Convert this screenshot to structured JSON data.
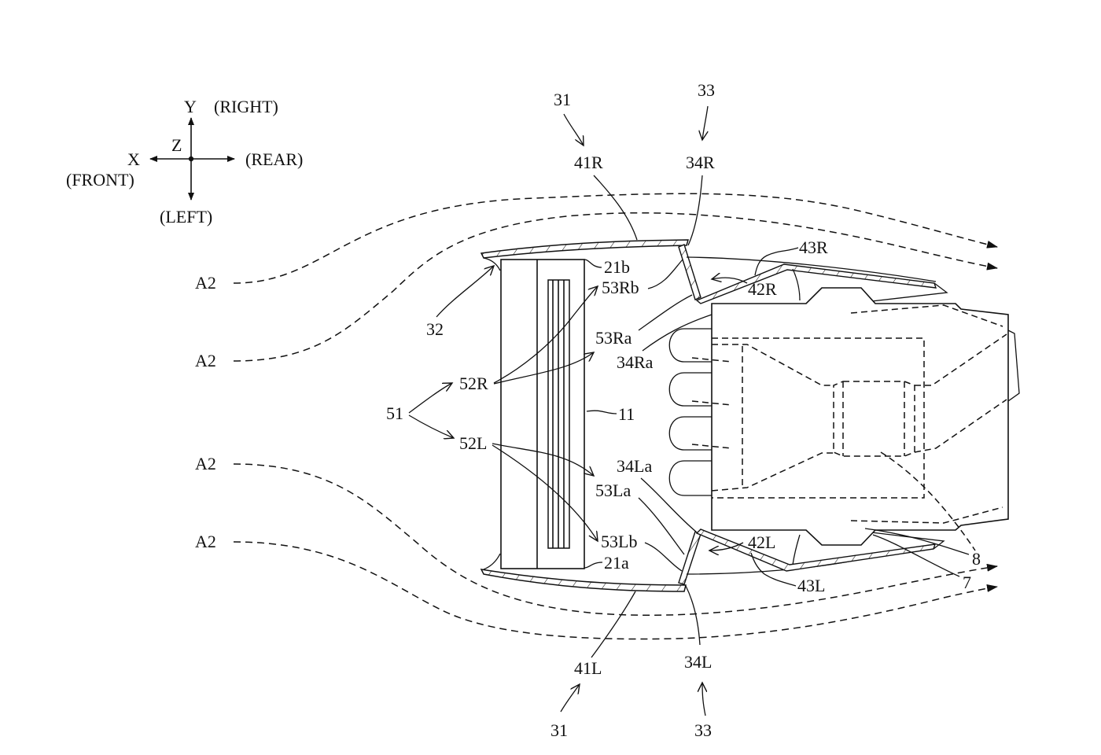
{
  "figure": {
    "kind": "patent-drawing",
    "description": "Plan view of a vehicle front radiator/duct arrangement with air-flow arrows A2 around the shroud and engine unit"
  },
  "orientation": {
    "axis_y": "Y",
    "axis_x": "X",
    "axis_z": "Z",
    "right": "(RIGHT)",
    "left": "(LEFT)",
    "front": "(FRONT)",
    "rear": "(REAR)"
  },
  "airflow_labels": [
    "A2",
    "A2",
    "A2",
    "A2"
  ],
  "reference_numerals": {
    "top_31": "31",
    "top_33": "33",
    "r_41R": "41R",
    "r_34R": "34R",
    "r_43R": "43R",
    "r_42R": "42R",
    "r_21b": "21b",
    "r_53Rb": "53Rb",
    "r_32": "32",
    "r_53Ra": "53Ra",
    "r_34Ra": "34Ra",
    "r_52R": "52R",
    "r_51": "51",
    "r_11": "11",
    "r_52L": "52L",
    "r_34La": "34La",
    "r_53La": "53La",
    "r_53Lb": "53Lb",
    "r_21a": "21a",
    "r_42L": "42L",
    "r_43L": "43L",
    "r_8": "8",
    "r_7": "7",
    "r_41L": "41L",
    "r_34L": "34L",
    "bottom_31": "31",
    "bottom_33": "33"
  }
}
